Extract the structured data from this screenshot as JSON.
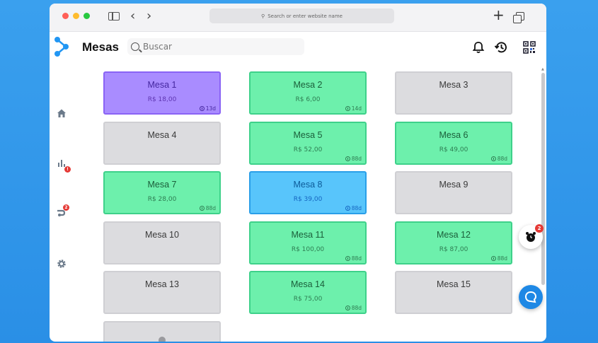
{
  "browser": {
    "address_placeholder": "Search or enter website name"
  },
  "header": {
    "title": "Mesas",
    "search_placeholder": "Buscar"
  },
  "sidebar": {
    "reports_badge": "!",
    "delivery_badge": "2"
  },
  "fabs": {
    "alarm_badge": "2"
  },
  "colors": {
    "occupied": "#6df0ac",
    "free": "#dcdcdf",
    "selected_purple": "#a98cff",
    "selected_blue": "#58c5fb",
    "accent": "#1e88e5"
  },
  "tables": [
    {
      "name": "Mesa 1",
      "price": "R$ 18,00",
      "time": "13d",
      "status": "purple"
    },
    {
      "name": "Mesa 2",
      "price": "R$ 6,00",
      "time": "14d",
      "status": "occupied"
    },
    {
      "name": "Mesa 3",
      "price": "",
      "time": "",
      "status": "free"
    },
    {
      "name": "Mesa 4",
      "price": "",
      "time": "",
      "status": "free"
    },
    {
      "name": "Mesa 5",
      "price": "R$ 52,00",
      "time": "88d",
      "status": "occupied"
    },
    {
      "name": "Mesa 6",
      "price": "R$ 49,00",
      "time": "88d",
      "status": "occupied"
    },
    {
      "name": "Mesa 7",
      "price": "R$ 28,00",
      "time": "88d",
      "status": "occupied"
    },
    {
      "name": "Mesa 8",
      "price": "R$ 39,00",
      "time": "88d",
      "status": "blue"
    },
    {
      "name": "Mesa 9",
      "price": "",
      "time": "",
      "status": "free"
    },
    {
      "name": "Mesa 10",
      "price": "",
      "time": "",
      "status": "free"
    },
    {
      "name": "Mesa 11",
      "price": "R$ 100,00",
      "time": "88d",
      "status": "occupied"
    },
    {
      "name": "Mesa 12",
      "price": "R$ 87,00",
      "time": "88d",
      "status": "occupied"
    },
    {
      "name": "Mesa 13",
      "price": "",
      "time": "",
      "status": "free"
    },
    {
      "name": "Mesa 14",
      "price": "R$ 75,00",
      "time": "88d",
      "status": "occupied"
    },
    {
      "name": "Mesa 15",
      "price": "",
      "time": "",
      "status": "free"
    }
  ]
}
